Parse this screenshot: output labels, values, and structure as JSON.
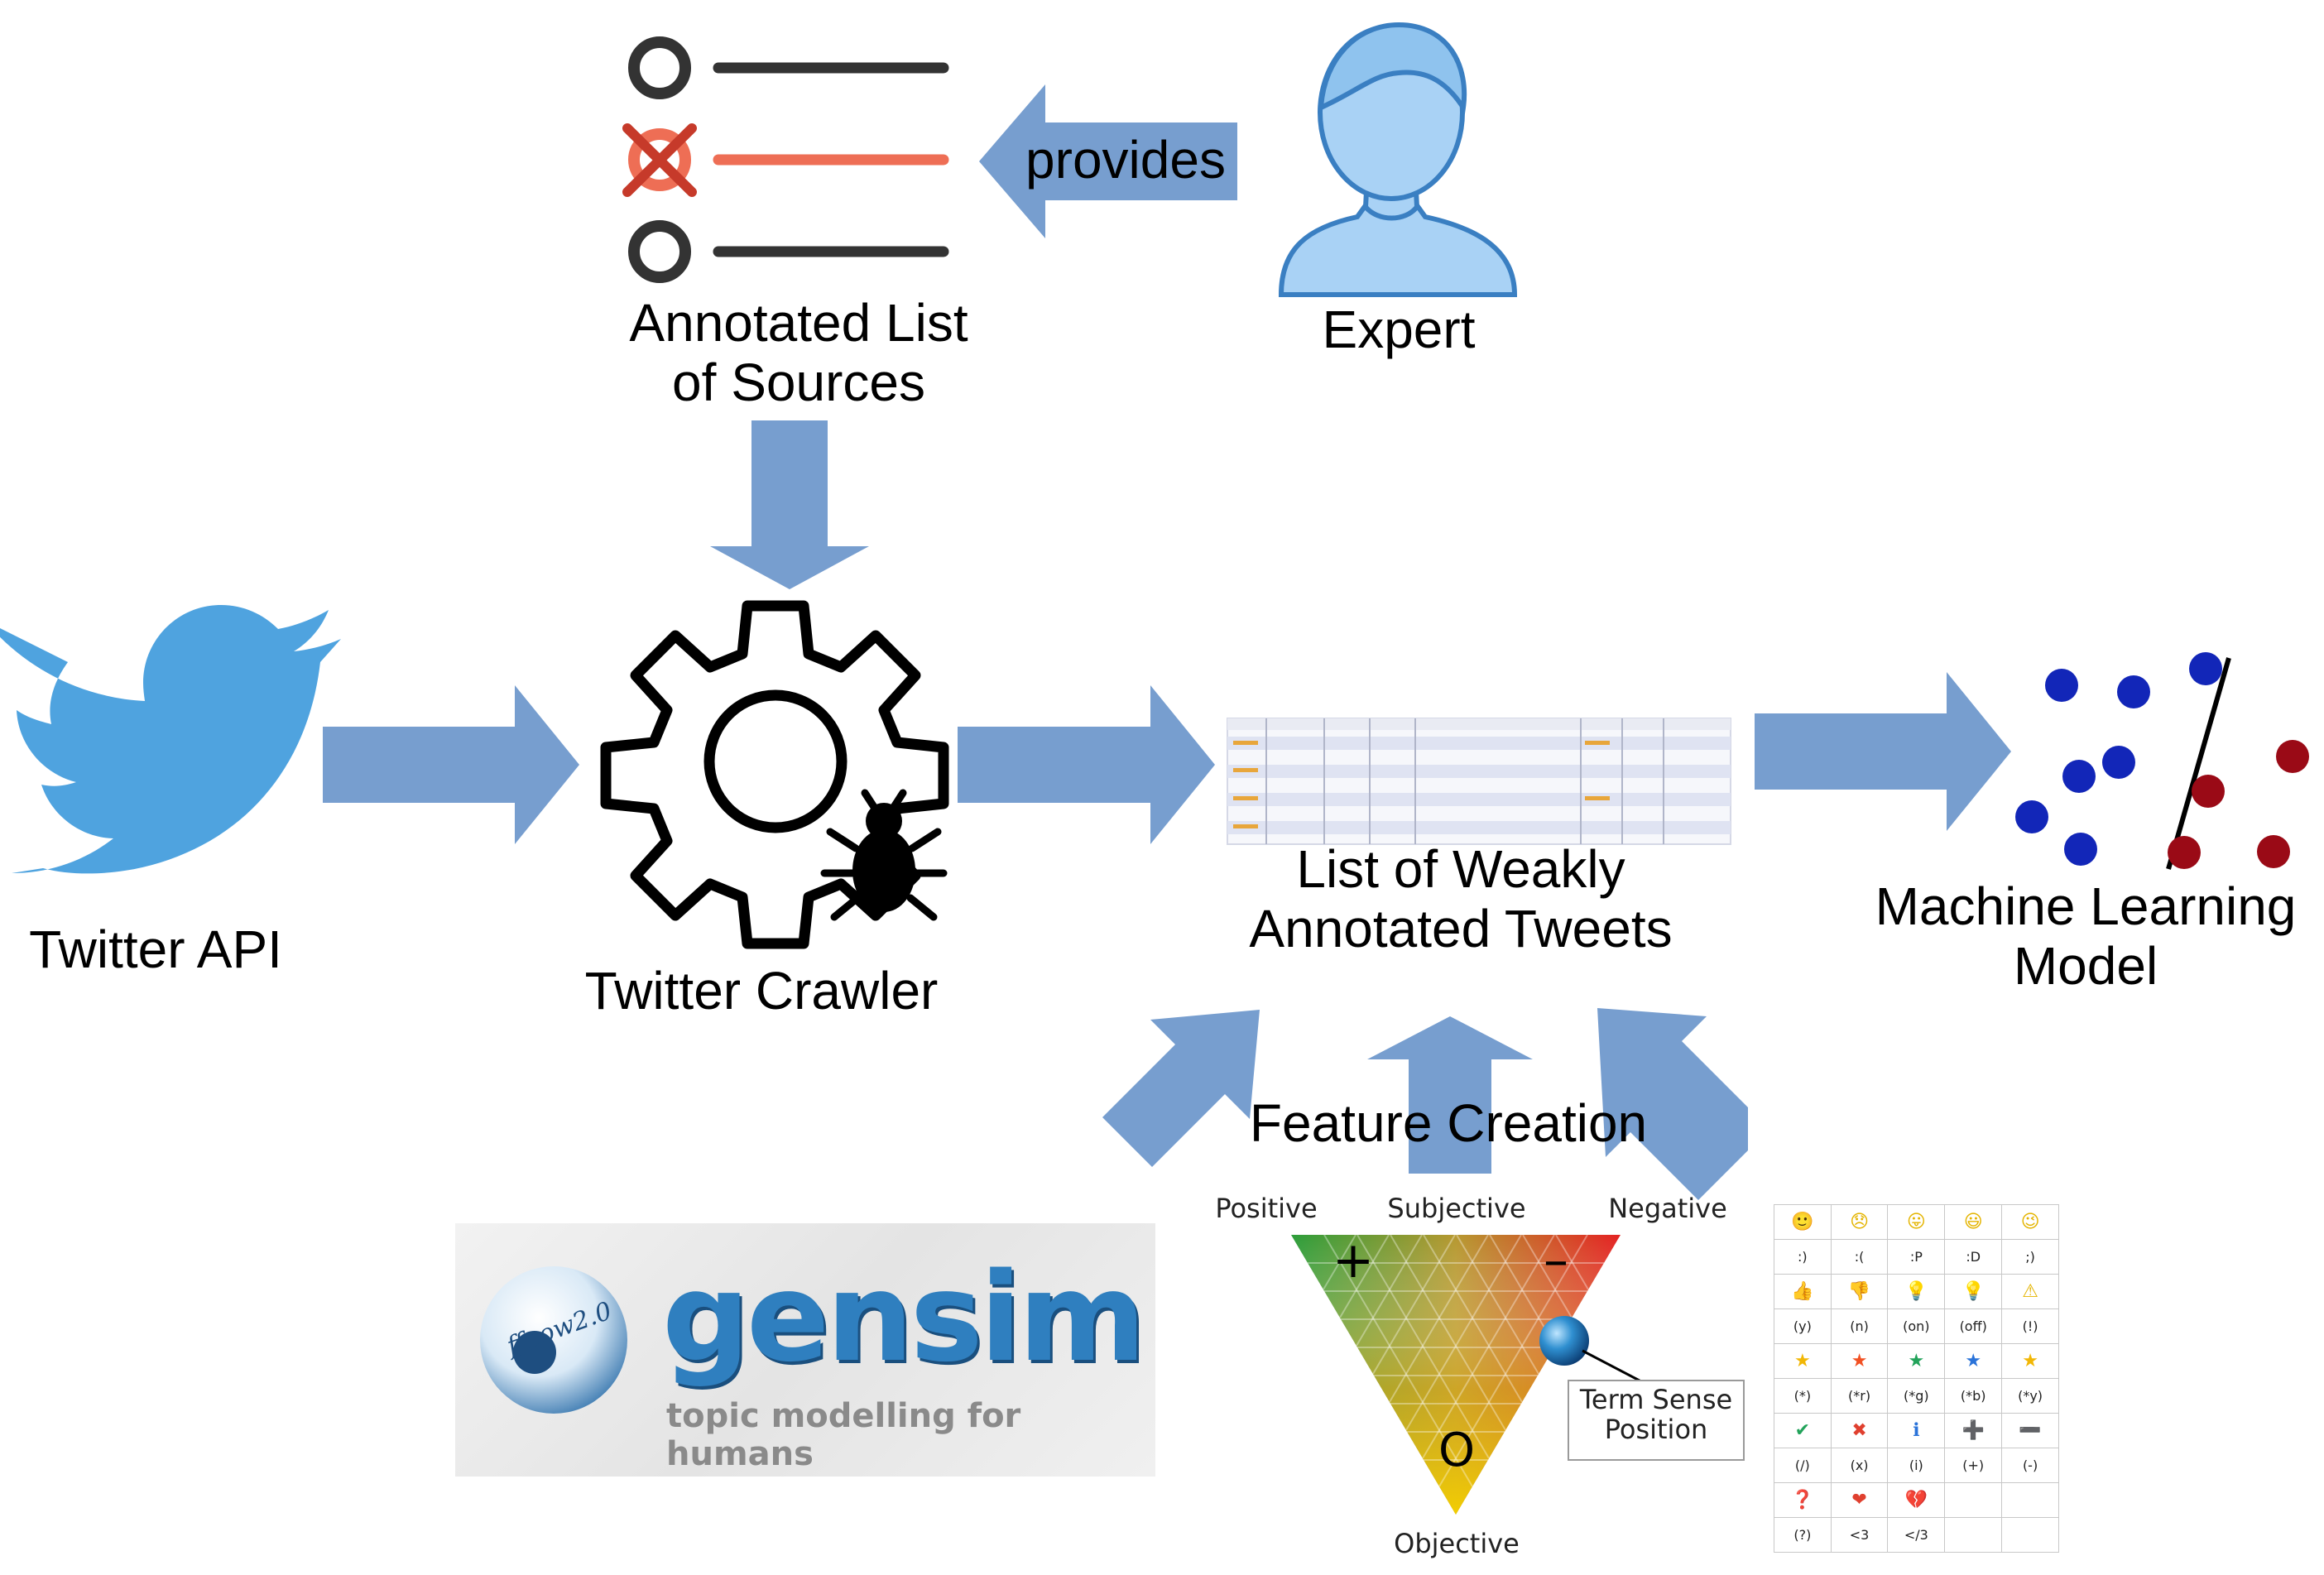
{
  "nodes": {
    "annotated_list": "Annotated List\nof Sources",
    "expert": "Expert",
    "twitter_api": "Twitter API",
    "twitter_crawler": "Twitter Crawler",
    "weak_tweets": "List of Weakly\nAnnotated Tweets",
    "ml_model": "Machine Learning\nModel"
  },
  "edges": {
    "provides": "provides",
    "feature_creation": "Feature Creation"
  },
  "gensim": {
    "wordmark": "gensim",
    "tagline": "topic modelling for humans",
    "logo_text": "ffpow2.0"
  },
  "sentiwordnet": {
    "positive": "Positive",
    "subjective": "Subjective",
    "negative": "Negative",
    "objective": "Objective",
    "plus": "+",
    "minus": "–",
    "zero": "O",
    "term_sense": "Term Sense\nPosition"
  },
  "emoticons": {
    "rows": [
      [
        "🙂",
        "😞",
        "😛",
        "😃",
        "😉"
      ],
      [
        ":)",
        ":(",
        ":P",
        ":D",
        ";)"
      ],
      [
        "👍",
        "👎",
        "💡",
        "💡",
        "⚠"
      ],
      [
        "(y)",
        "(n)",
        "(on)",
        "(off)",
        "(!)"
      ],
      [
        "★",
        "★",
        "★",
        "★",
        "★"
      ],
      [
        "(*)",
        "(*r)",
        "(*g)",
        "(*b)",
        "(*y)"
      ],
      [
        "✔",
        "✖",
        "ℹ",
        "➕",
        "➖"
      ],
      [
        "(/)",
        "(x)",
        "(i)",
        "(+)",
        "(-)"
      ],
      [
        "❓",
        "❤",
        "💔",
        "",
        ""
      ],
      [
        "(?)",
        "<3",
        "</3",
        "",
        ""
      ]
    ]
  },
  "colors": {
    "arrow": "#779ecf",
    "twitter": "#4fa3df",
    "expert_fill": "#a9d2f5",
    "expert_stroke": "#3a7fc2",
    "list_red": "#ee6e55",
    "blue_dot": "#1226b8",
    "red_dot": "#9a0a16"
  }
}
